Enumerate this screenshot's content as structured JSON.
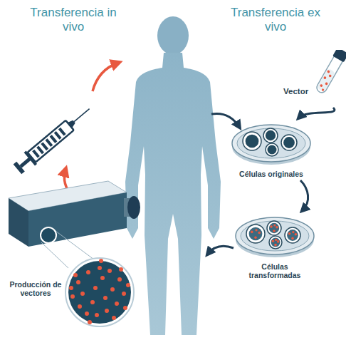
{
  "diagram": {
    "nodes": [
      {
        "text": [
          "Vector"
        ]
      },
      {
        "text": [
          "Células originales"
        ]
      },
      {
        "text": [
          "Células transformadas"
        ]
      },
      {
        "text": [
          "Producción de vectores"
        ]
      }
    ],
    "edges": [
      {
        "from": 0,
        "to": 1,
        "arrow": "to"
      },
      {
        "from": 1,
        "to": 2,
        "arrow": "to"
      }
    ],
    "labels": [
      "Transferencia in vivo",
      "Transferencia ex vivo"
    ]
  }
}
